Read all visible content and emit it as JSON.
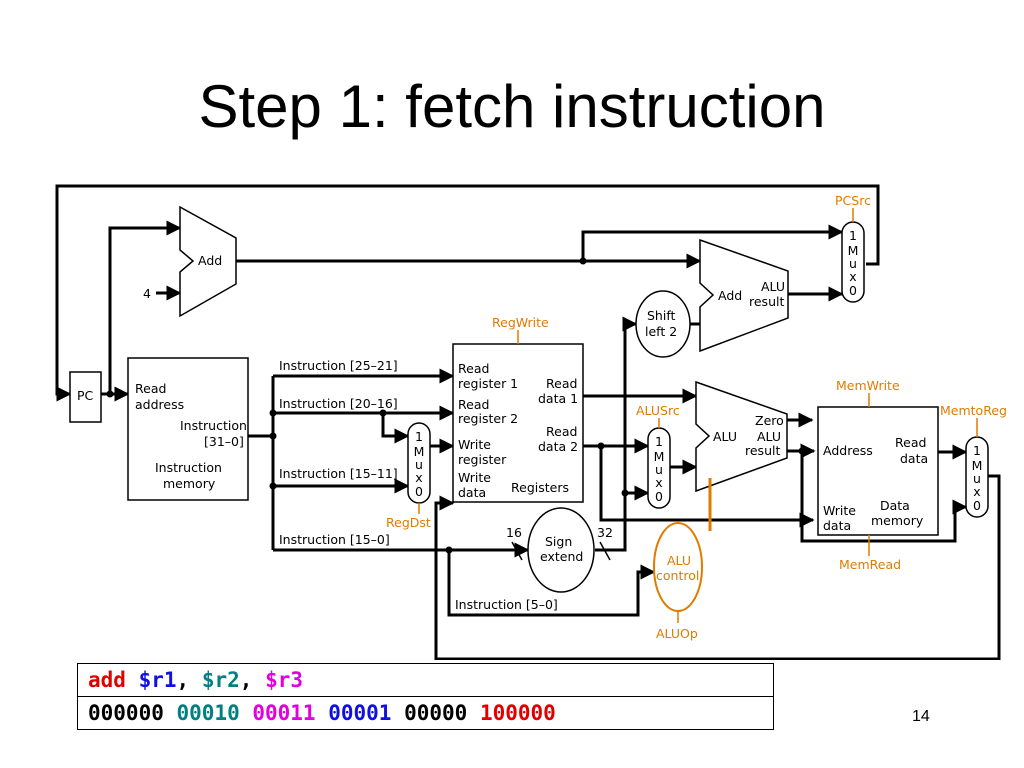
{
  "title": "Step 1: fetch instruction",
  "page_number": "14",
  "colors": {
    "control": "#e07b00",
    "red": "#e00000",
    "blue": "#1010e0",
    "teal": "#008080",
    "magenta": "#e000e0"
  },
  "diagram": {
    "pc": "PC",
    "add_top": "Add",
    "const_four": "4",
    "instr_mem": {
      "read_address": [
        "Read",
        "address"
      ],
      "instruction": [
        "Instruction",
        "[31–0]"
      ],
      "name": [
        "Instruction",
        "memory"
      ]
    },
    "instr_fields": {
      "f25_21": "Instruction [25–21]",
      "f20_16": "Instruction [20–16]",
      "f15_11": "Instruction [15–11]",
      "f15_0": "Instruction [15–0]",
      "f5_0": "Instruction [5–0]"
    },
    "registers": {
      "read_reg1": [
        "Read",
        "register 1"
      ],
      "read_reg2": [
        "Read",
        "register 2"
      ],
      "write_reg": [
        "Write",
        "register"
      ],
      "write_data": [
        "Write",
        "data"
      ],
      "read_data1": [
        "Read",
        "data 1"
      ],
      "read_data2": [
        "Read",
        "data 2"
      ],
      "name": "Registers"
    },
    "mux": [
      "1",
      "M",
      "u",
      "x",
      "0"
    ],
    "shift_left": [
      "Shift",
      "left 2"
    ],
    "sign_extend": [
      "Sign",
      "extend"
    ],
    "bits_in": "16",
    "bits_out": "32",
    "alu_add": "Add",
    "alu_add_result": [
      "ALU",
      "result"
    ],
    "alu": "ALU",
    "alu_zero": "Zero",
    "alu_result": [
      "ALU",
      "result"
    ],
    "alu_control": [
      "ALU",
      "control"
    ],
    "data_mem": {
      "address": "Address",
      "read_data": [
        "Read",
        "data"
      ],
      "write_data": [
        "Write",
        "data"
      ],
      "name": [
        "Data",
        "memory"
      ]
    },
    "control_signals": {
      "pcsrc": "PCSrc",
      "regwrite": "RegWrite",
      "alusrc": "ALUSrc",
      "memwrite": "MemWrite",
      "memtoreg": "MemtoReg",
      "regdst": "RegDst",
      "memread": "MemRead",
      "aluop": "ALUOp"
    }
  },
  "instruction": {
    "assembly": [
      {
        "text": "add",
        "color": "#e00000"
      },
      {
        "text": " ",
        "color": "#000000"
      },
      {
        "text": "$r1",
        "color": "#1010e0"
      },
      {
        "text": ", ",
        "color": "#000000"
      },
      {
        "text": "$r2",
        "color": "#008080"
      },
      {
        "text": ", ",
        "color": "#000000"
      },
      {
        "text": "$r3",
        "color": "#e000e0"
      }
    ],
    "binary": [
      {
        "text": "000000",
        "color": "#000000"
      },
      {
        "text": "00010",
        "color": "#008080"
      },
      {
        "text": "00011",
        "color": "#e000e0"
      },
      {
        "text": "00001",
        "color": "#1010e0"
      },
      {
        "text": "00000",
        "color": "#000000"
      },
      {
        "text": "100000",
        "color": "#e00000"
      }
    ]
  }
}
